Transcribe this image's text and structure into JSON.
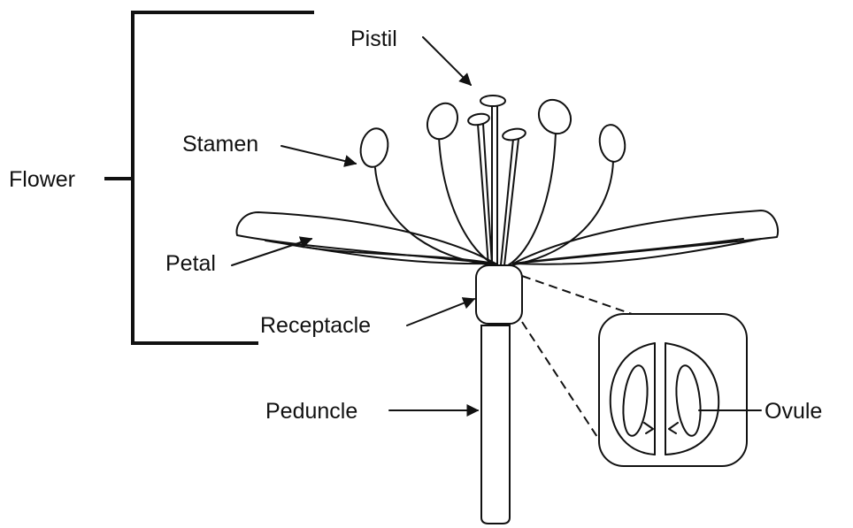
{
  "labels": {
    "flower": "Flower",
    "pistil": "Pistil",
    "stamen": "Stamen",
    "petal": "Petal",
    "receptacle": "Receptacle",
    "peduncle": "Peduncle",
    "ovule": "Ovule"
  },
  "colors": {
    "ink": "#111111",
    "background": "#ffffff"
  }
}
